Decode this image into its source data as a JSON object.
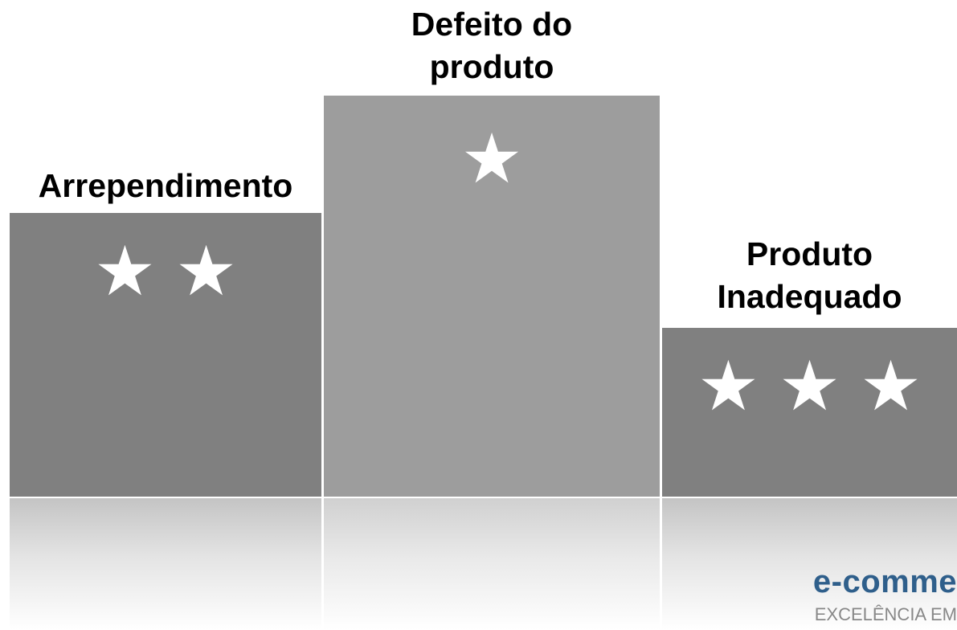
{
  "podium": [
    {
      "label": "Arrependimento",
      "stars": 2,
      "bar_color": "#808080"
    },
    {
      "label": "Defeito do\nproduto",
      "stars": 1,
      "bar_color": "#9d9d9d"
    },
    {
      "label": "Produto\nInadequado",
      "stars": 3,
      "bar_color": "#808080"
    }
  ],
  "brand": {
    "name": "e-comme",
    "tagline": "EXCELÊNCIA EM"
  },
  "colors": {
    "background": "#ffffff",
    "star": "#ffffff",
    "brand_name": "#2f5f8b",
    "brand_tagline": "#888888"
  }
}
